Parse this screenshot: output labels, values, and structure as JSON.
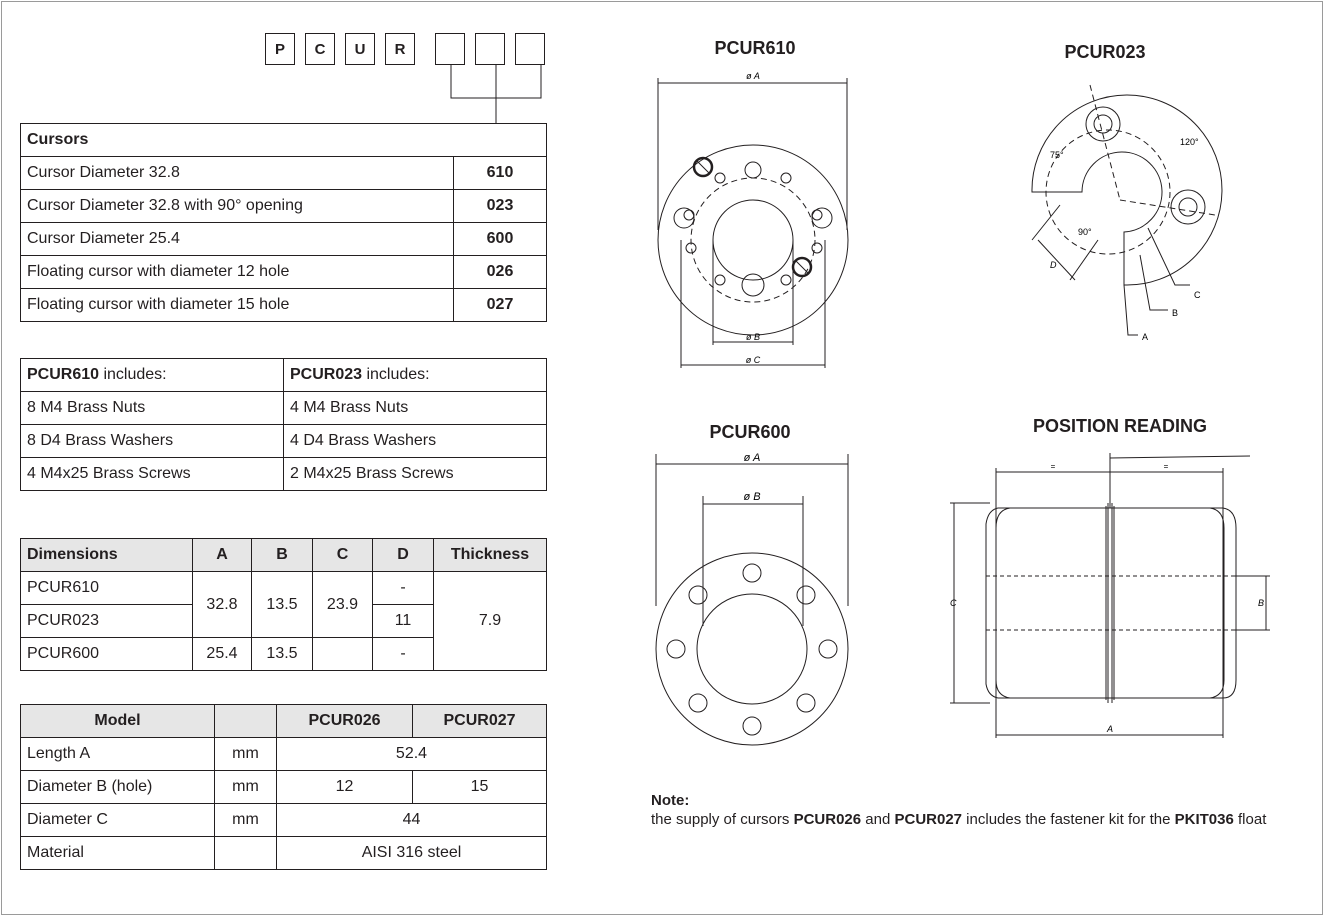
{
  "code": [
    "P",
    "C",
    "U",
    "R",
    "",
    "",
    ""
  ],
  "cursors": {
    "header": "Cursors",
    "rows": [
      {
        "label": "Cursor Diameter 32.8",
        "code": "610"
      },
      {
        "label": "Cursor Diameter 32.8 with 90° opening",
        "code": "023"
      },
      {
        "label": "Cursor Diameter 25.4",
        "code": "600"
      },
      {
        "label": "Floating cursor with diameter 12 hole",
        "code": "026"
      },
      {
        "label": "Floating cursor with diameter 15 hole",
        "code": "027"
      }
    ]
  },
  "includes": {
    "h1_bold": "PCUR610",
    "h1_rest": " includes:",
    "h2_bold": "PCUR023",
    "h2_rest": " includes:",
    "left": [
      "8 M4 Brass Nuts",
      "8 D4 Brass Washers",
      "4 M4x25 Brass Screws"
    ],
    "right": [
      "4 M4 Brass Nuts",
      "4 D4 Brass Washers",
      "2 M4x25 Brass Screws"
    ]
  },
  "dimensions": {
    "headers": [
      "Dimensions",
      "A",
      "B",
      "C",
      "D",
      "Thickness"
    ],
    "r1": "PCUR610",
    "r2": "PCUR023",
    "r3": "PCUR600",
    "a12": "32.8",
    "b12": "13.5",
    "c12": "23.9",
    "d1": "-",
    "d2": "11",
    "thick": "7.9",
    "a3": "25.4",
    "b3": "13.5",
    "c3": "",
    "d3": "-"
  },
  "model": {
    "headers": [
      "Model",
      "",
      "PCUR026",
      "PCUR027"
    ],
    "rows": [
      {
        "label": "Length A",
        "unit": "mm",
        "value": "52.4"
      },
      {
        "label": "Diameter B (hole)",
        "unit": "mm",
        "v1": "12",
        "v2": "15"
      },
      {
        "label": "Diameter C",
        "unit": "mm",
        "value": "44"
      },
      {
        "label": "Material",
        "unit": "",
        "value": "AISI 316 steel"
      }
    ]
  },
  "drawings": {
    "pcur610": "PCUR610",
    "pcur023": "PCUR023",
    "pcur600": "PCUR600",
    "position": "POSITION READING",
    "dim_a": "ø A",
    "dim_b": "ø B",
    "dim_c": "ø C",
    "ang75": "75°",
    "ang120": "120°",
    "ang90": "90°",
    "la": "A",
    "lb": "B",
    "lc": "C",
    "ld": "D",
    "pa": "A",
    "pb": "B",
    "pc": "C",
    "pdash": "="
  },
  "note": {
    "title": "Note:",
    "t1": "the supply of cursors ",
    "b1": "PCUR026",
    "t2": " and ",
    "b2": "PCUR027",
    "t3": " includes the fastener kit for the ",
    "b3": "PKIT036",
    "t4": " float"
  }
}
